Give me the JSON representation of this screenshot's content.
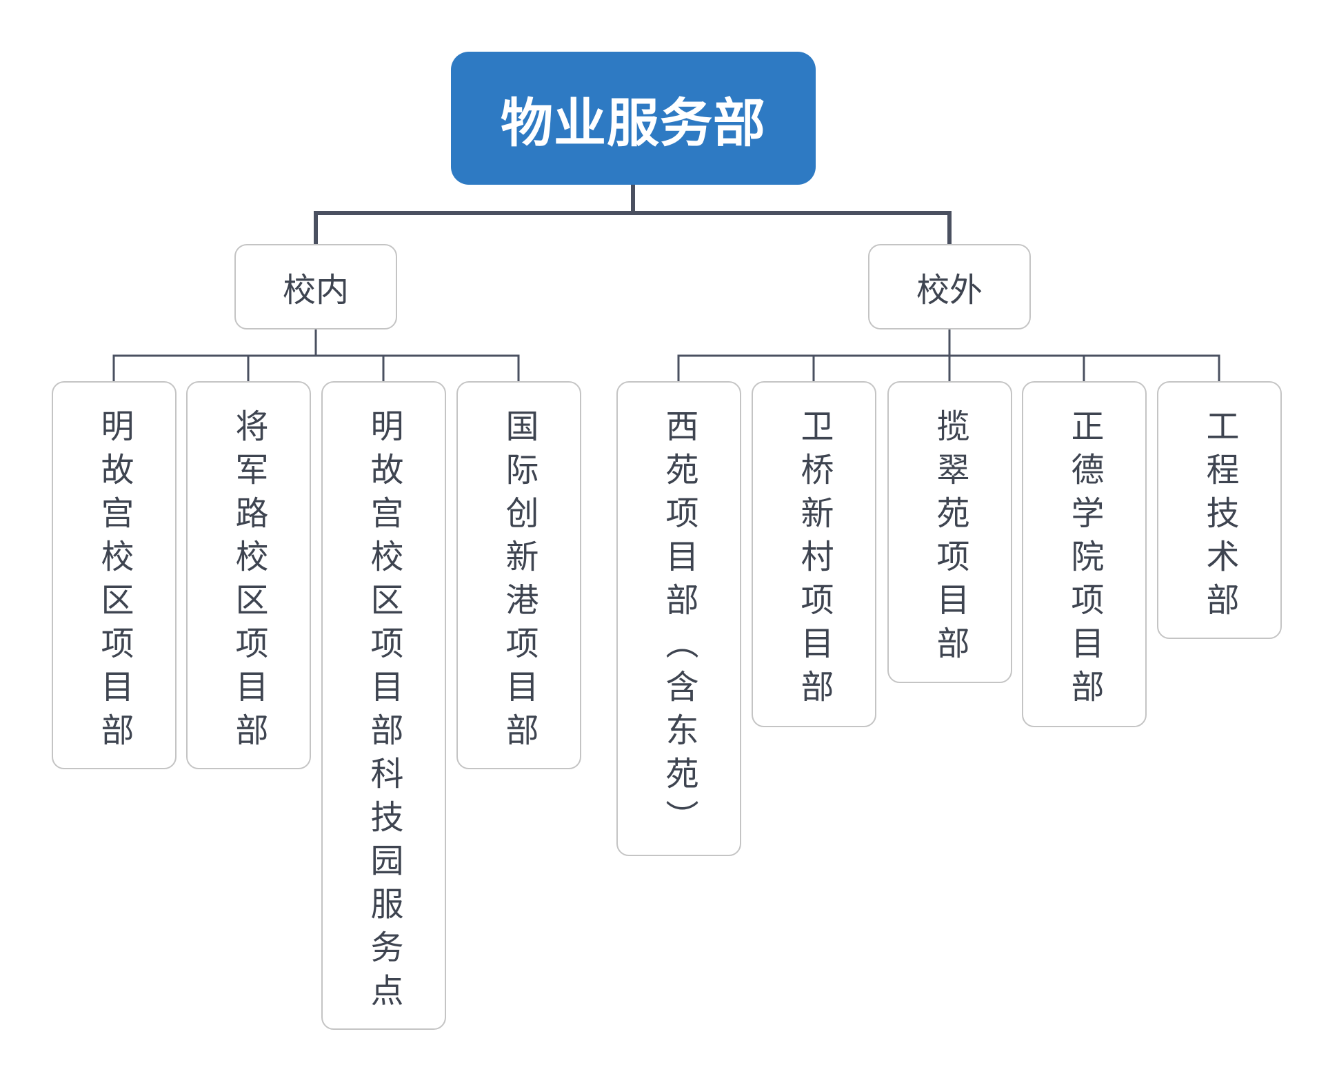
{
  "root": {
    "label": "物业服务部",
    "color": "#2e7ac3"
  },
  "line_color": "#4a5060",
  "groups": [
    {
      "label": "校内",
      "children": [
        "明故宫校区项目部",
        "将军路校区项目部",
        "明故宫校区项目部科技园服务点",
        "国际创新港项目部"
      ]
    },
    {
      "label": "校外",
      "children": [
        "西苑项目部（含东苑）",
        "卫桥新村项目部",
        "揽翠苑项目部",
        "正德学院项目部",
        "工程技术部"
      ]
    }
  ]
}
